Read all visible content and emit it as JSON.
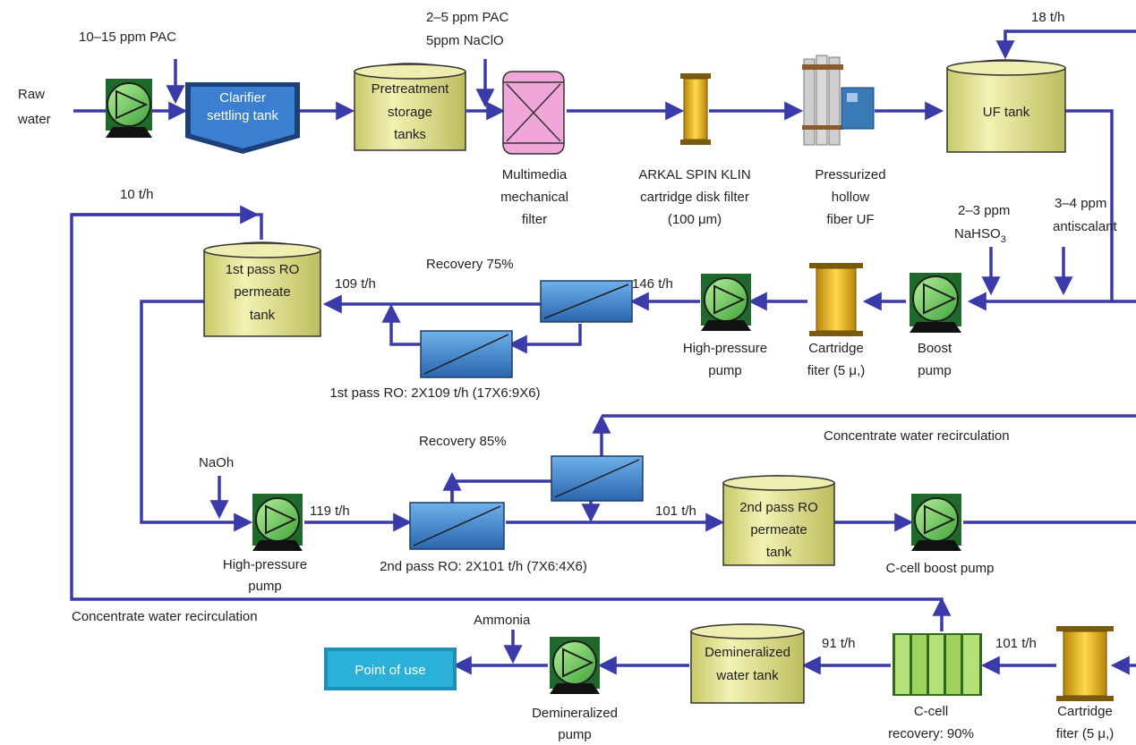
{
  "colors": {
    "pipe": "#3a3aa8",
    "tank_fill": "#dede8a",
    "pump_fill": "#7fd46a",
    "ro_fill": "#3d86cf",
    "filter_fill": "#e8b828",
    "mm_filter_fill": "#f0a6d8",
    "clarifier_fill": "#2f6fb8",
    "point_of_use_fill": "#2bb0d8",
    "ccell_fill": "#9dd25c"
  },
  "inputs": {
    "raw_water": [
      "Raw",
      "water"
    ],
    "pac_dose_1": "10–15 ppm PAC",
    "pac_dose_2": [
      "2–5 ppm PAC",
      "5ppm NaClO"
    ],
    "nahso3": [
      "2–3 ppm",
      "NaHSO",
      "3"
    ],
    "antiscalant": [
      "3–4 ppm",
      "antiscalant"
    ],
    "naoh": "NaOh",
    "ammonia": "Ammonia"
  },
  "equipment": {
    "clarifier": [
      "Clarifier",
      "settling tank"
    ],
    "pretreatment_tank": [
      "Pretreatment",
      "storage",
      "tanks"
    ],
    "multimedia_filter": [
      "Multimedia",
      "mechanical",
      "filter"
    ],
    "disk_filter": [
      "ARKAL SPIN KLIN",
      "cartridge disk filter",
      "(100 μm)"
    ],
    "uf_unit": [
      "Pressurized",
      "hollow",
      "fiber UF"
    ],
    "uf_tank": "UF tank",
    "boost_pump": [
      "Boost",
      "pump"
    ],
    "cartridge_filter_1": [
      "Cartridge",
      "fiter (5 μ,)"
    ],
    "hp_pump_1": [
      "High-pressure",
      "pump"
    ],
    "ro1_permeate_tank": [
      "1st pass RO",
      "permeate",
      "tank"
    ],
    "ro1_caption": "1st pass RO: 2X109 t/h (17X6:9X6)",
    "hp_pump_2": [
      "High-pressure",
      "pump"
    ],
    "ro2_caption": "2nd pass RO: 2X101 t/h (7X6:4X6)",
    "ro2_permeate_tank": [
      "2nd pass RO",
      "permeate",
      "tank"
    ],
    "ccell_boost_pump": "C-cell boost pump",
    "cartridge_filter_2": [
      "Cartridge",
      "fiter (5 μ,)"
    ],
    "ccell": [
      "C-cell",
      "recovery: 90%"
    ],
    "demin_tank": [
      "Demineralized",
      "water tank"
    ],
    "demin_pump": [
      "Demineralized",
      "pump"
    ],
    "point_of_use": "Point of use"
  },
  "flows": {
    "uf_in": "18 t/h",
    "recirc_top": "10 t/h",
    "ro1_out": "109 t/h",
    "ro1_in": "146 t/h",
    "ro1_recovery": "Recovery 75%",
    "ro2_recovery": "Recovery 85%",
    "ro2_in": "119 t/h",
    "ro2_out": "101 t/h",
    "ccell_in": "101 t/h",
    "ccell_out": "91 t/h",
    "concentrate_recirc_1": "Concentrate water recirculation",
    "concentrate_recirc_2": "Concentrate water recirculation"
  }
}
